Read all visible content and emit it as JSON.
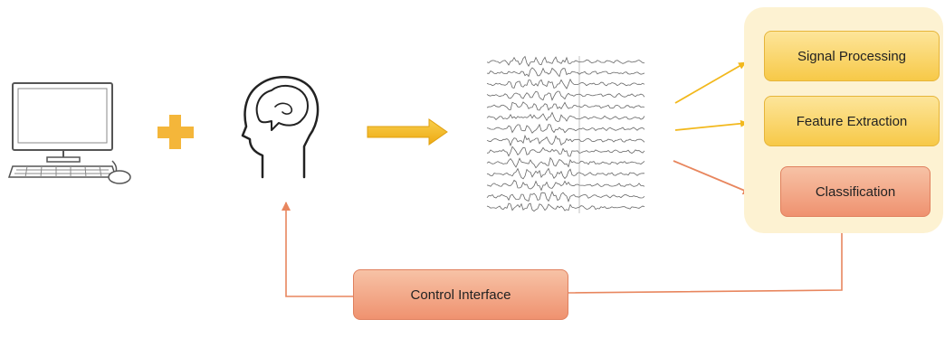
{
  "stages": {
    "signal_processing": "Signal Processing",
    "feature_extraction": "Feature Extraction",
    "classification": "Classification"
  },
  "control_interface": "Control Interface",
  "colors": {
    "yellow_arrow": "#f2b81c",
    "orange_arrow": "#e8865e",
    "plus": "#f4b63a",
    "panel": "#fdf2d2",
    "yellow_box": "#f9d26a",
    "salmon_box": "#f2a080"
  },
  "icons": [
    "computer-icon",
    "plus-icon",
    "brain-head-icon",
    "eeg-signal-icon"
  ]
}
